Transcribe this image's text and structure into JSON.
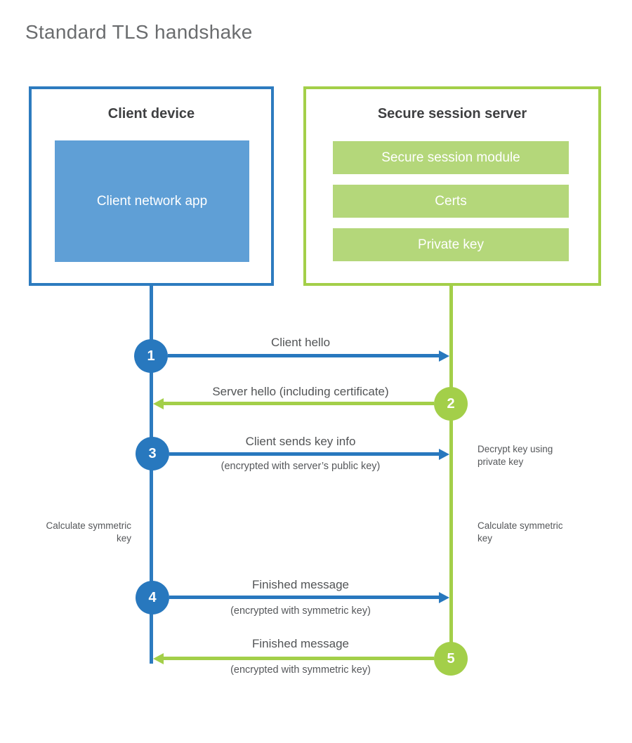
{
  "page": {
    "title": "Standard TLS handshake"
  },
  "colors": {
    "blue": "#2878be",
    "blue_border": "#2d7bbf",
    "blue_fill": "#5f9fd6",
    "green": "#a3cf49",
    "green_fill": "#b4d77a",
    "heading_text": "#3f4042",
    "label_text": "#55575a",
    "title_text": "#6a6c6e"
  },
  "client_box": {
    "title": "Client device",
    "app_label": "Client network app"
  },
  "server_box": {
    "title": "Secure session server",
    "modules": [
      "Secure session module",
      "Certs",
      "Private key"
    ]
  },
  "steps": [
    {
      "num": "1",
      "from": "client",
      "direction": "right",
      "label": "Client hello",
      "sub": ""
    },
    {
      "num": "2",
      "from": "server",
      "direction": "left",
      "label": "Server hello (including certificate)",
      "sub": ""
    },
    {
      "num": "3",
      "from": "client",
      "direction": "right",
      "label": "Client sends key info",
      "sub": "(encrypted with server’s public key)"
    },
    {
      "num": "4",
      "from": "client",
      "direction": "right",
      "label": "Finished message",
      "sub": "(encrypted with symmetric key)"
    },
    {
      "num": "5",
      "from": "server",
      "direction": "left",
      "label": "Finished message",
      "sub": "(encrypted with symmetric key)"
    }
  ],
  "notes": {
    "decrypt": "Decrypt key using private key",
    "calc_client": "Calculate symmetric key",
    "calc_server": "Calculate symmetric key"
  }
}
